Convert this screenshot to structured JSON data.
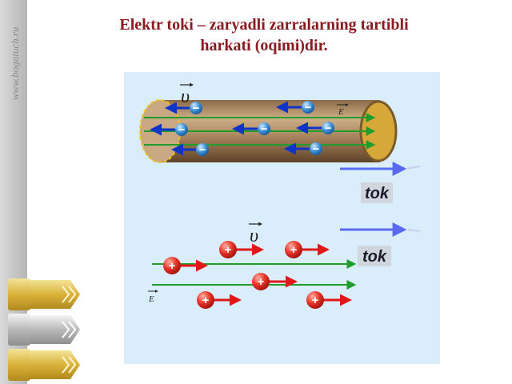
{
  "slide": {
    "title_line1": "Elektr toki – zaryadli zarralarning tartibli",
    "title_line2": "harkati (oqimi)dir.",
    "watermark": "www.bogatuch.ru"
  },
  "diagram": {
    "top": {
      "velocity_symbol": "υ",
      "field_symbol": "E",
      "particle_sign": "−",
      "current_label": "tok"
    },
    "bottom": {
      "velocity_symbol": "υ",
      "field_symbol": "E",
      "particle_sign": "+",
      "current_label": "tok"
    }
  },
  "colors": {
    "title": "#8b1a20",
    "panel": "#d9eefa",
    "field_lines": "#1f9e2e",
    "electron_arrow": "#1033c8",
    "ion_arrow": "#e01818",
    "current_arrow": "#5a6af0"
  }
}
